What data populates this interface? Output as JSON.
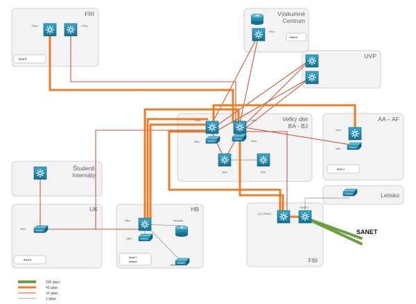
{
  "regions": {
    "fri": {
      "title": "FRI",
      "area": "Area 5"
    },
    "vc": {
      "title_line1": "Výskumné",
      "title_line2": "Centrum",
      "area": "Area 4"
    },
    "uvp": {
      "title": "UVP"
    },
    "vd": {
      "title_line1": "Veľký diel",
      "title_line2": "BA - BJ"
    },
    "aa": {
      "title": "AA – AF",
      "area": "Area 1"
    },
    "studenti": {
      "title_line1": "Študenti",
      "title_line2": "Internáty"
    },
    "letisko": {
      "title": "Letisko"
    },
    "uk": {
      "title": "UK",
      "area": "Area 6"
    },
    "hb": {
      "title": "HB",
      "area_line1": "Area 7",
      "area_line2": "Area 8"
    },
    "fbi": {
      "title": "FBI"
    }
  },
  "device_labels": {
    "fri_1": "FRIa",
    "fri_2": "FRIb",
    "vc_1": "RCa",
    "vd_1": "NDa",
    "vd_2": "NDb",
    "vd_3": "NDc",
    "vd_4": "NDd",
    "vd_5": "NDe",
    "vd_6": "NDf",
    "aa_1": "AAa",
    "aa_2": "AAb",
    "uk_1": "UKa",
    "hb_1": "HBa",
    "hb_2": "HBb",
    "hb_3": "HBc",
    "hb_fw": "Firewall",
    "fbi_1": "ZU_Zilina1",
    "fbi_sanet": "SANET"
  },
  "sanet_label": "SANET",
  "legend": [
    {
      "label": "200 gbps",
      "color": "#6d9e3f"
    },
    {
      "label": "40 gbps",
      "color": "#ea7c28"
    },
    {
      "label": "10 gbps",
      "color": "#c9563d"
    },
    {
      "label": "1 gbps",
      "color": "#8a8a8a"
    }
  ],
  "colors": {
    "device": "#1c8cb4",
    "link_200": "#6d9e3f",
    "link_40": "#ea7c28",
    "link_10": "#c9563d",
    "link_1": "#8a8a8a"
  }
}
